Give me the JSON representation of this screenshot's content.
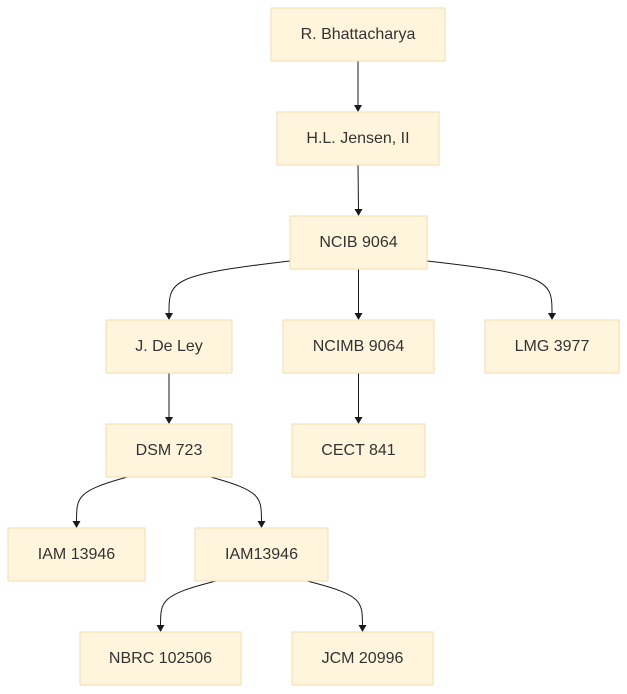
{
  "nodes": [
    {
      "id": "n1",
      "label": "R. Bhattacharya"
    },
    {
      "id": "n2",
      "label": "H.L. Jensen, II"
    },
    {
      "id": "n3",
      "label": "NCIB 9064"
    },
    {
      "id": "n4",
      "label": "J. De Ley"
    },
    {
      "id": "n5",
      "label": "NCIMB 9064"
    },
    {
      "id": "n6",
      "label": "LMG 3977"
    },
    {
      "id": "n7",
      "label": "DSM 723"
    },
    {
      "id": "n8",
      "label": "CECT 841"
    },
    {
      "id": "n9",
      "label": "IAM 13946"
    },
    {
      "id": "n10",
      "label": "IAM13946"
    },
    {
      "id": "n11",
      "label": "NBRC 102506"
    },
    {
      "id": "n12",
      "label": "JCM 20996"
    }
  ],
  "edges": [
    {
      "from": "n1",
      "to": "n2"
    },
    {
      "from": "n2",
      "to": "n3"
    },
    {
      "from": "n3",
      "to": "n4"
    },
    {
      "from": "n3",
      "to": "n5"
    },
    {
      "from": "n3",
      "to": "n6"
    },
    {
      "from": "n4",
      "to": "n7"
    },
    {
      "from": "n5",
      "to": "n8"
    },
    {
      "from": "n7",
      "to": "n9"
    },
    {
      "from": "n7",
      "to": "n10"
    },
    {
      "from": "n10",
      "to": "n11"
    },
    {
      "from": "n10",
      "to": "n12"
    }
  ],
  "colors": {
    "node_fill": "#fff5dc",
    "node_border": "#f0deb0",
    "edge": "#1a1a1a",
    "text": "#333333"
  }
}
